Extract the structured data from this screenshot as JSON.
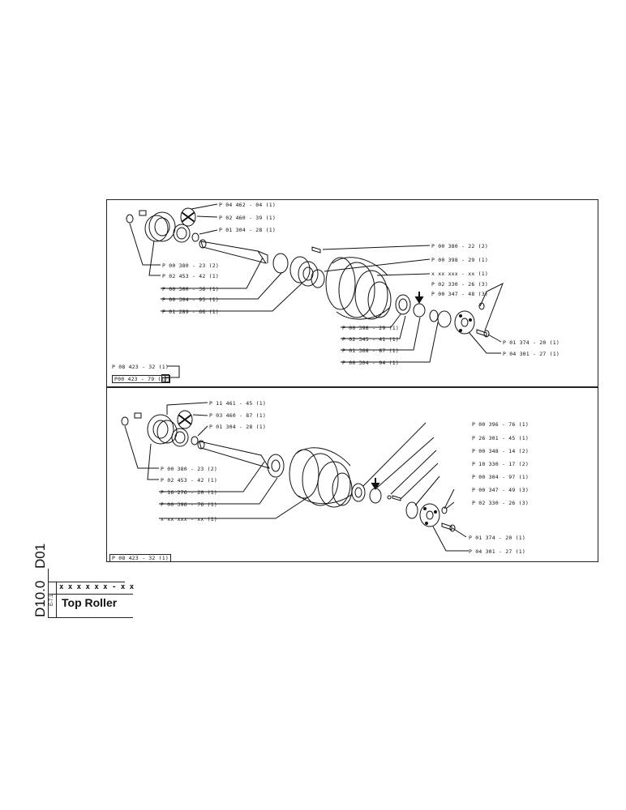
{
  "sheet": {
    "vertical_code_1": "D01",
    "vertical_code_2": "D10.0",
    "small_code": "E-7.1",
    "part_code": "x x x  x x x - x x",
    "title": "Top Roller"
  },
  "upper_assembly": {
    "labels": [
      "P 04 462 - 04 (1)",
      "P 02 460 - 39 (1)",
      "P 01 304 - 28 (1)",
      "P 00 380 - 23 (2)",
      "P 02 453 - 42 (1)",
      "P 00 300 - 36 (1)",
      "P 00 304 - 95 (1)",
      "P 01 289 - 66 (1)",
      "P 00 380 - 22 (2)",
      "P 00 398 - 29 (1)",
      "x xx xxx - xx (1)",
      "P 02 330 - 26 (3)",
      "P 00 347 - 48 (3)",
      "P 00 398 - 29 (1)",
      "P 02 345 - 41 (1)",
      "P 01 368 - 87 (1)",
      "P 00 304 - 94 (1)",
      "P 01 374 - 20 (1)",
      "P 04 301 - 27 (1)"
    ],
    "kit_label_1": "P 08 423 - 32 (1)",
    "kit_label_2": "P00 423 - 79 (1)"
  },
  "lower_assembly": {
    "labels": [
      "P 11 461 - 45 (1)",
      "P 03 460 - 87 (1)",
      "P 01 304 - 28 (1)",
      "P 00 380 - 23 (2)",
      "P 02 453 - 42 (1)",
      "P 16 276 - 20 (1)",
      "P 00 396 - 76 (1)",
      "x xx xxx - xx (1)",
      "P 00 396 - 76 (1)",
      "P 26 301 - 45 (1)",
      "P 00 348 - 14 (2)",
      "P 10 330 - 17 (2)",
      "P 00 304 - 97 (1)",
      "P 00 347 - 49 (3)",
      "P 02 330 - 26 (3)",
      "P 01 374 - 20 (1)",
      "P 04 301 - 27 (1)"
    ],
    "kit_label": "P 08 423 - 32 (1)"
  }
}
